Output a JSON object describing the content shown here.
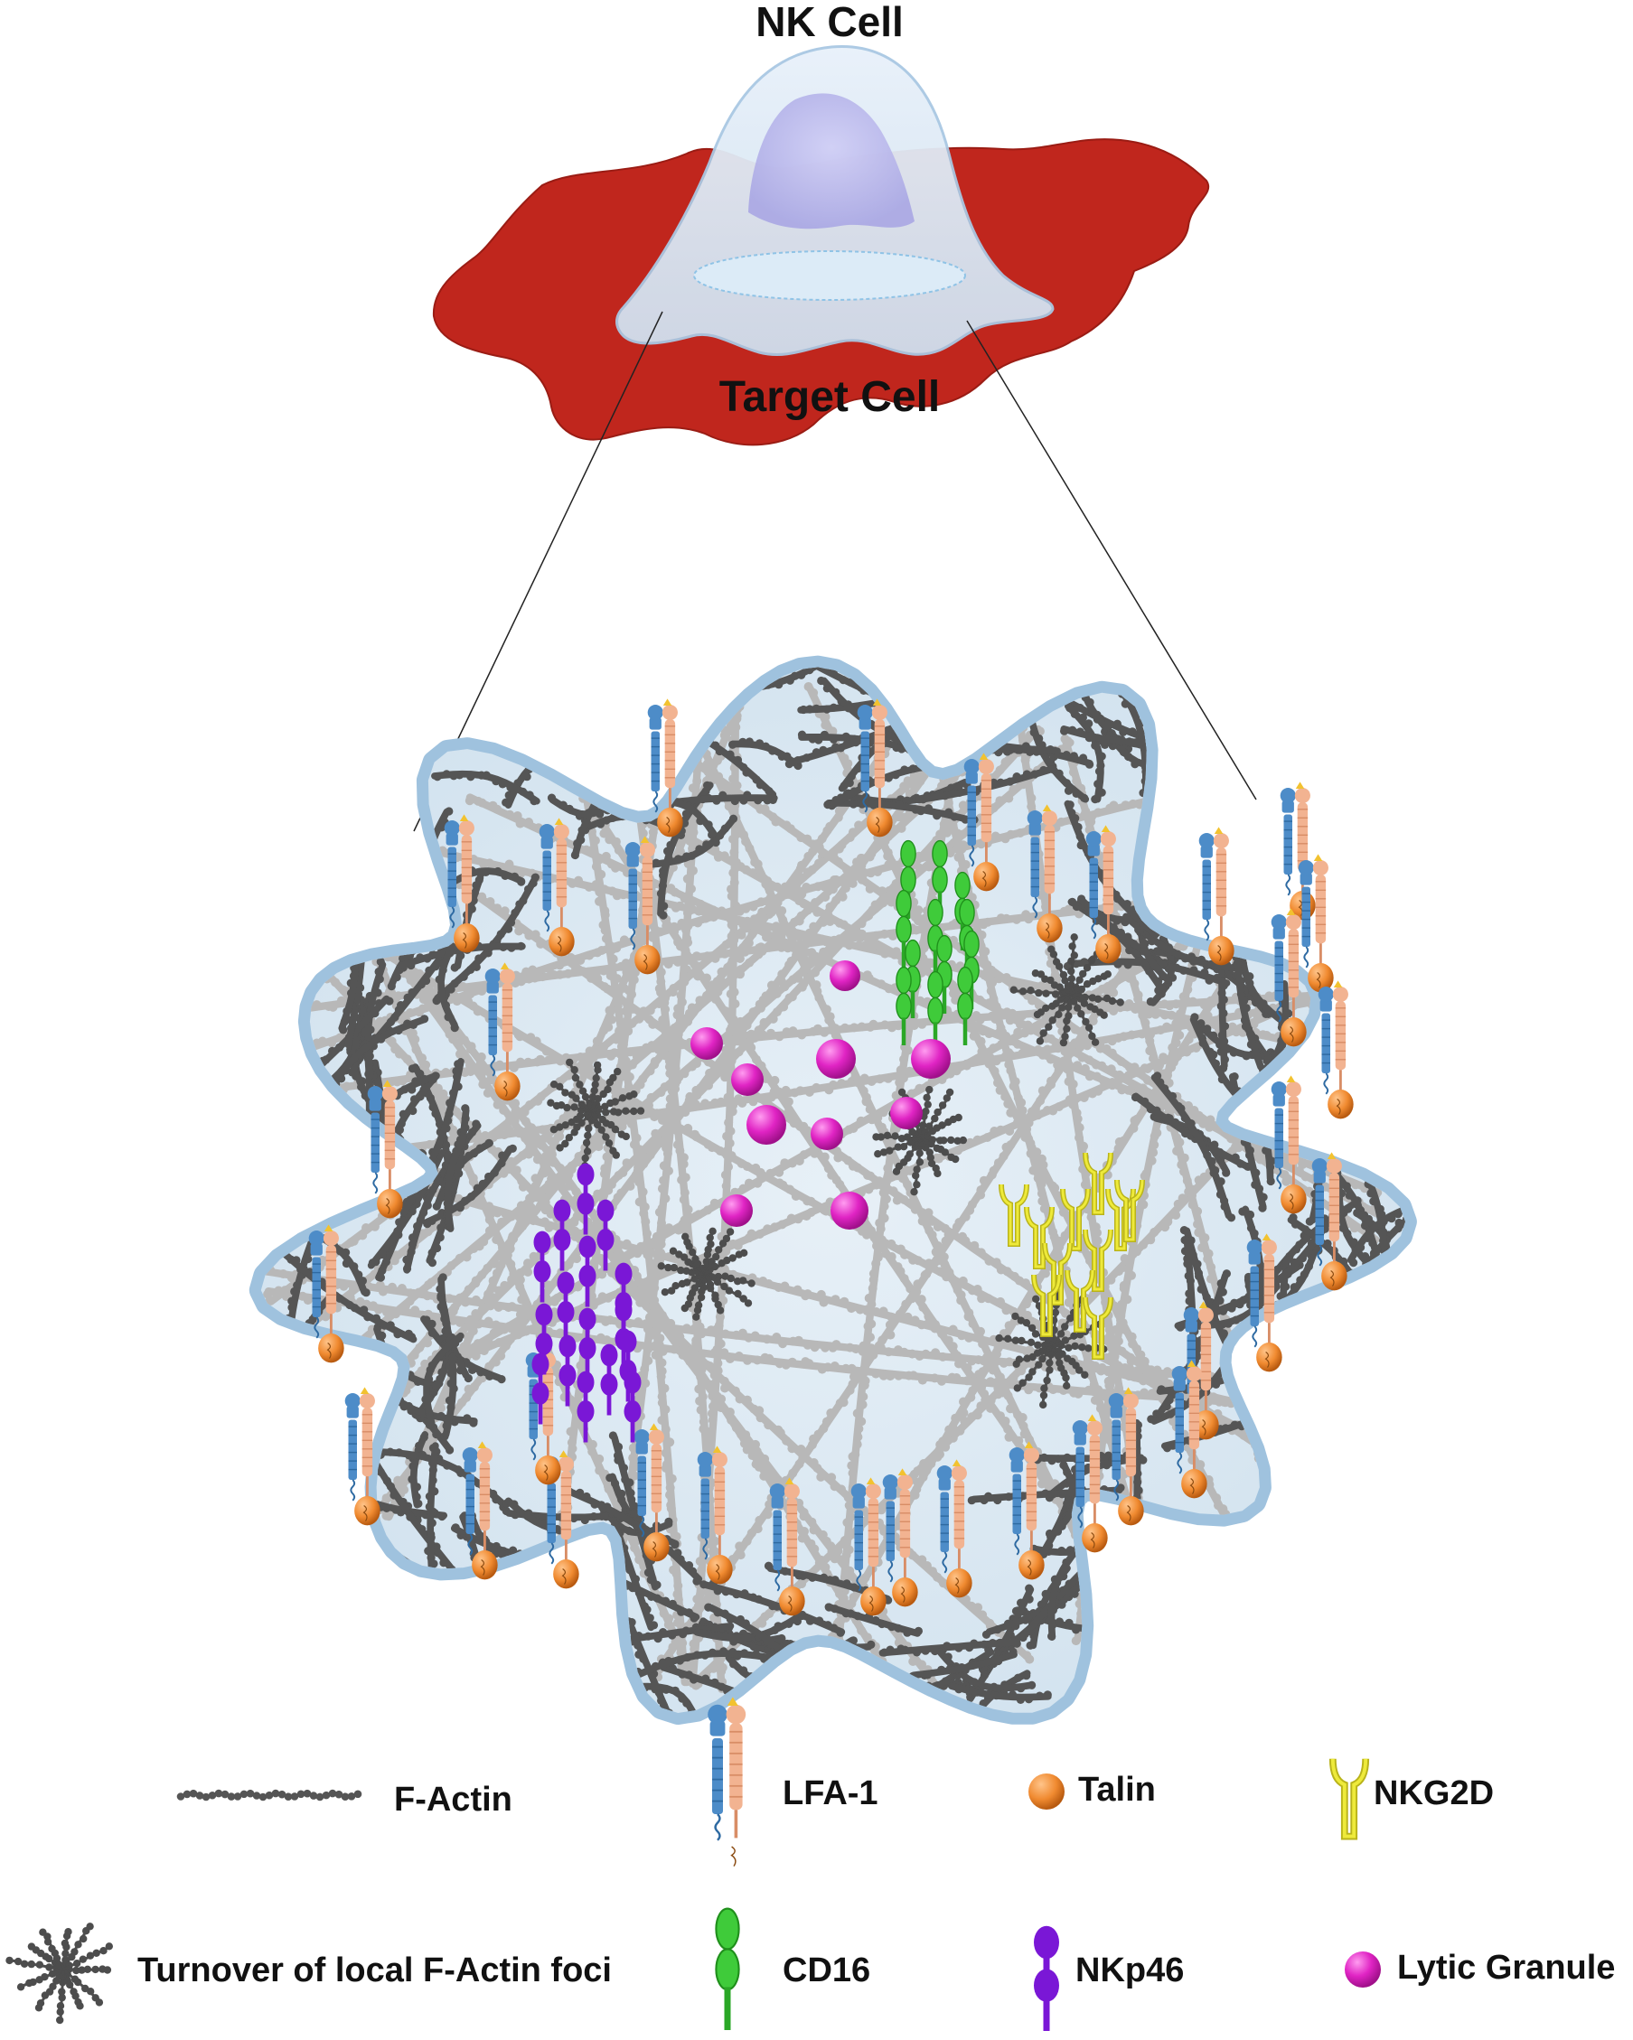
{
  "top": {
    "nk_cell_label": "NK Cell",
    "target_cell_label": "Target Cell"
  },
  "legend": {
    "f_actin": "F-Actin",
    "lfa1": "LFA-1",
    "talin": "Talin",
    "nkg2d": "NKG2D",
    "foci": "Turnover of local F-Actin foci",
    "cd16": "CD16",
    "nkp46": "NKp46",
    "lytic_granule": "Lytic Granule"
  },
  "colors": {
    "target_cell": "#c0261d",
    "nk_cell": "#dce9f5",
    "nucleus": "#b9b8ec",
    "synapse_fill": "#deeaf3",
    "synapse_border": "#9fc2de",
    "f_actin_dense": "#4d4d4d",
    "f_actin_light": "#b5b5b5",
    "lfa1": "#4d8cc8",
    "lfa1_beta": "#f2b391",
    "talin": "#f08a30",
    "nkg2d": "#d9d62a",
    "cd16": "#3fcb3a",
    "nkp46": "#7a17d6",
    "lytic_granule": "#e024c4"
  },
  "icons": [
    "f-actin-icon",
    "lfa1-icon",
    "talin-icon",
    "nkg2d-icon",
    "foci-icon",
    "cd16-icon",
    "nkp46-icon",
    "lytic-granule-icon"
  ]
}
